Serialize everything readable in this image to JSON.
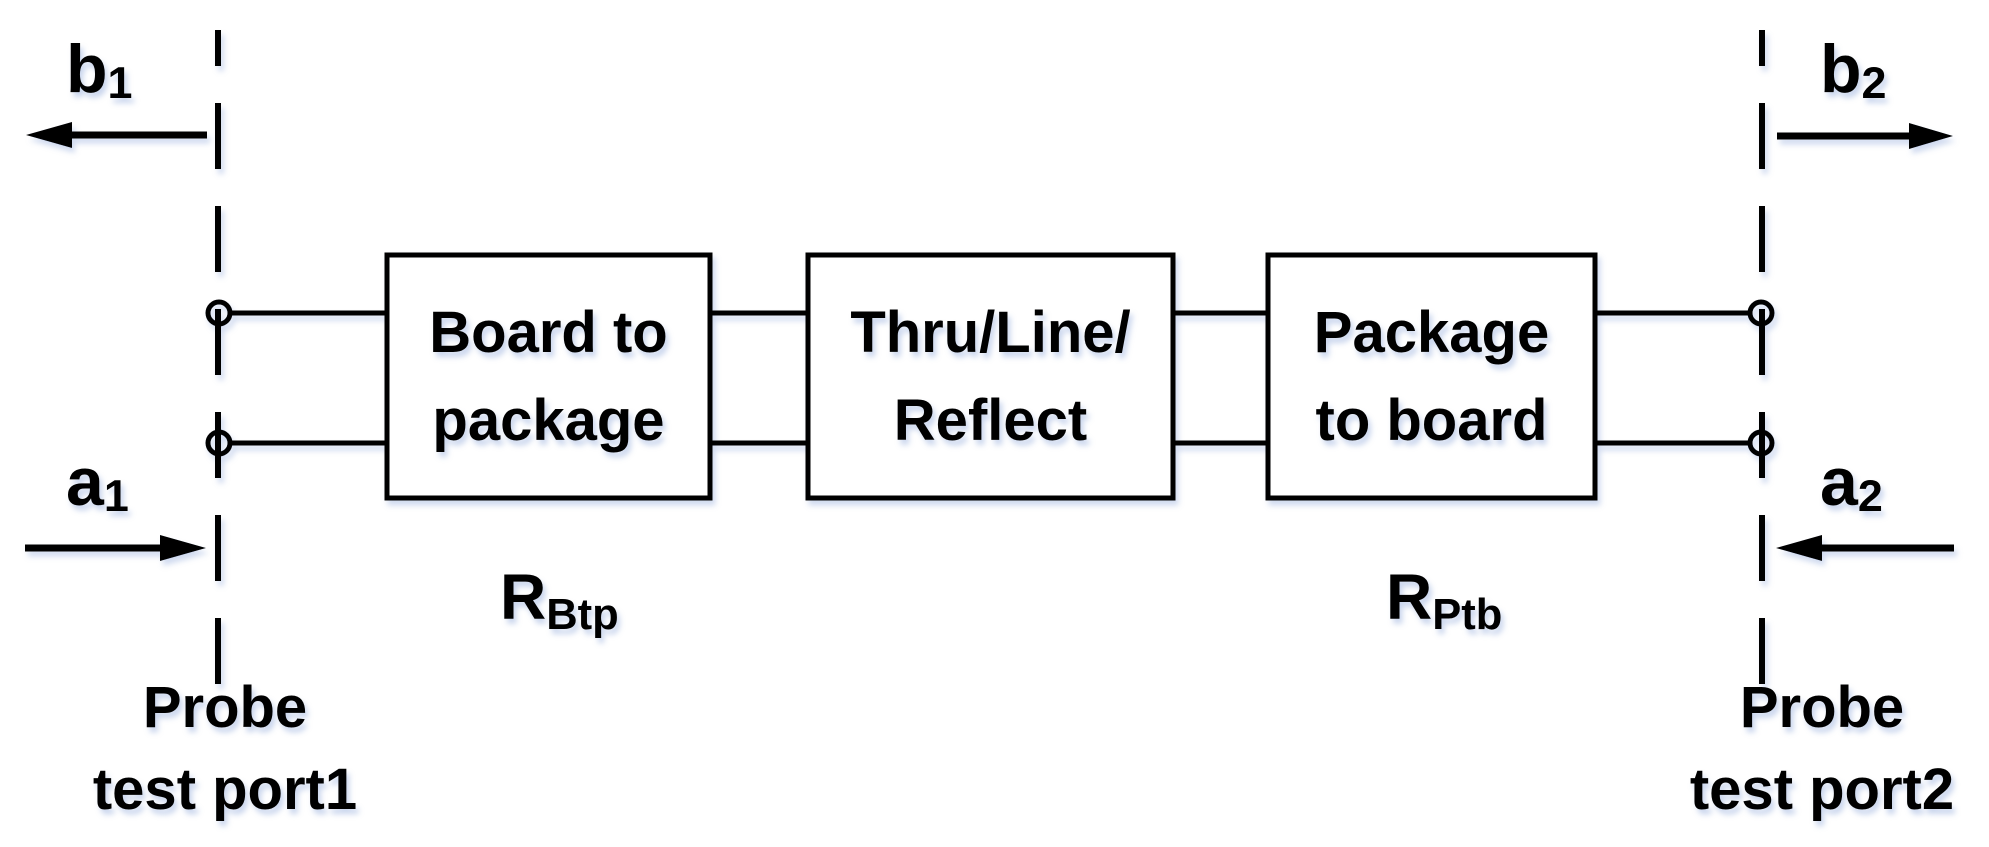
{
  "colors": {
    "ink": "#000000",
    "background": "#ffffff",
    "shadow": "#7896d2"
  },
  "boxes": [
    {
      "line1": "Board to",
      "line2": "package"
    },
    {
      "line1": "Thru/Line/",
      "line2": "Reflect"
    },
    {
      "line1": "Package",
      "line2": "to board"
    }
  ],
  "waves": {
    "b1": {
      "base": "b",
      "sub": "1"
    },
    "a1": {
      "base": "a",
      "sub": "1"
    },
    "b2": {
      "base": "b",
      "sub": "2"
    },
    "a2": {
      "base": "a",
      "sub": "2"
    }
  },
  "r_labels": {
    "left": {
      "base": "R",
      "sub": "Btp"
    },
    "right": {
      "base": "R",
      "sub": "Ptb"
    }
  },
  "ports": {
    "left": {
      "line1": "Probe",
      "line2": "test port1"
    },
    "right": {
      "line1": "Probe",
      "line2": "test port2"
    }
  }
}
